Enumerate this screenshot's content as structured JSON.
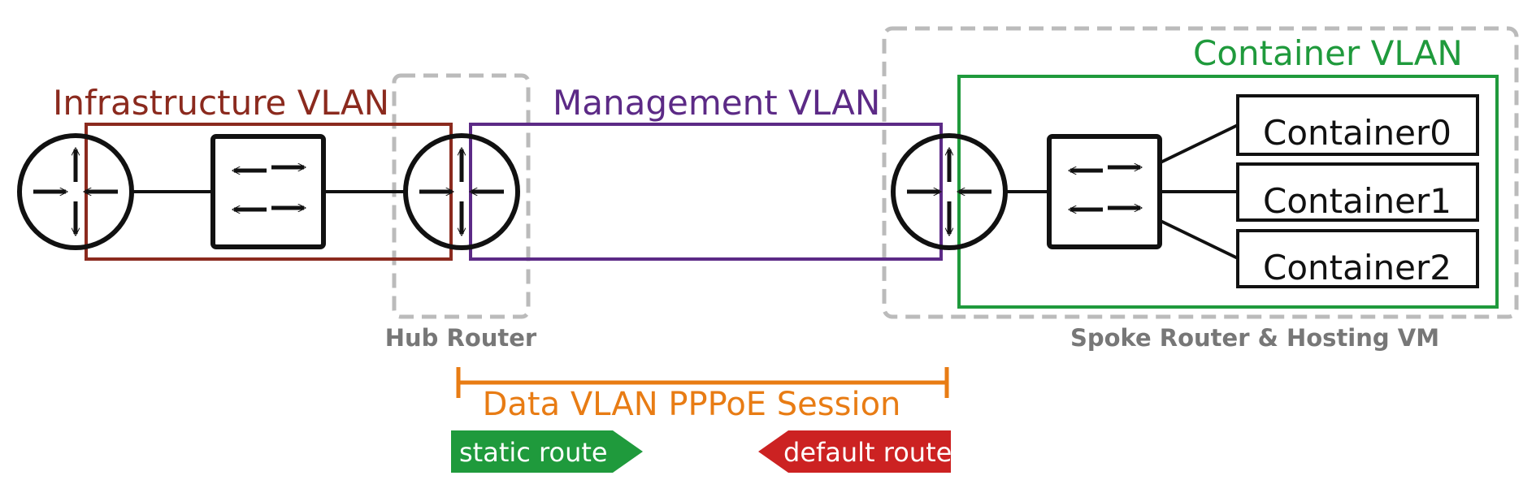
{
  "labels": {
    "infrastructure_vlan": "Infrastructure VLAN",
    "management_vlan": "Management VLAN",
    "container_vlan": "Container VLAN",
    "hub_router": "Hub Router",
    "spoke_router": "Spoke Router & Hosting VM",
    "pppoe_session": "Data VLAN PPPoE Session",
    "static_route": "static route",
    "default_route": "default route"
  },
  "containers": [
    "Container0",
    "Container1",
    "Container2"
  ],
  "colors": {
    "infrastructure": "#8b2a1e",
    "management": "#5c2a86",
    "container": "#1f9a3c",
    "pppoe": "#e87c14",
    "static_route": "#1f9a3c",
    "default_route": "#cc2222",
    "group_box": "#bbbbbb",
    "group_label": "#777777",
    "device": "#111111"
  },
  "icons": {
    "router": "router-icon",
    "switch": "switch-icon"
  }
}
